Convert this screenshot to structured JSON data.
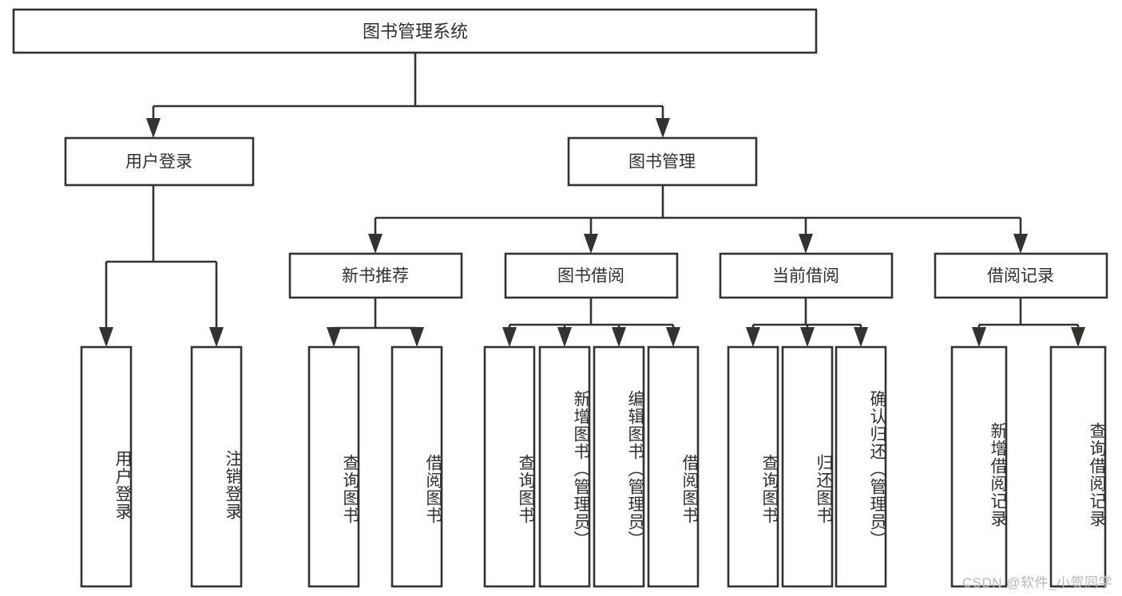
{
  "diagram": {
    "type": "tree-hierarchy",
    "title": "图书管理系统",
    "colors": {
      "box_stroke": "#32322f",
      "box_fill": "#ffffff",
      "text": "#2f2f2d",
      "background": "#ffffff",
      "watermark": "#b9b9b9"
    },
    "root": {
      "label": "图书管理系统"
    },
    "level2": [
      {
        "label": "用户登录"
      },
      {
        "label": "图书管理"
      }
    ],
    "level3": [
      {
        "label": "新书推荐"
      },
      {
        "label": "图书借阅"
      },
      {
        "label": "当前借阅"
      },
      {
        "label": "借阅记录"
      }
    ],
    "leaves": {
      "user_login": [
        {
          "label": "用户登录"
        },
        {
          "label": "注销登录"
        }
      ],
      "new_book_recommend": [
        {
          "label": "查询图书"
        },
        {
          "label": "借阅图书"
        }
      ],
      "book_borrow": [
        {
          "label": "查询图书"
        },
        {
          "label": "新增图书（管理员）"
        },
        {
          "label": "编辑图书（管理员）"
        },
        {
          "label": "借阅图书"
        }
      ],
      "current_borrow": [
        {
          "label": "查询图书"
        },
        {
          "label": "归还图书"
        },
        {
          "label": "确认归还（管理员）"
        }
      ],
      "borrow_record": [
        {
          "label": "新增借阅记录"
        },
        {
          "label": "查询借阅记录"
        }
      ]
    },
    "watermark": "CSDN @软件_小贺同学"
  }
}
